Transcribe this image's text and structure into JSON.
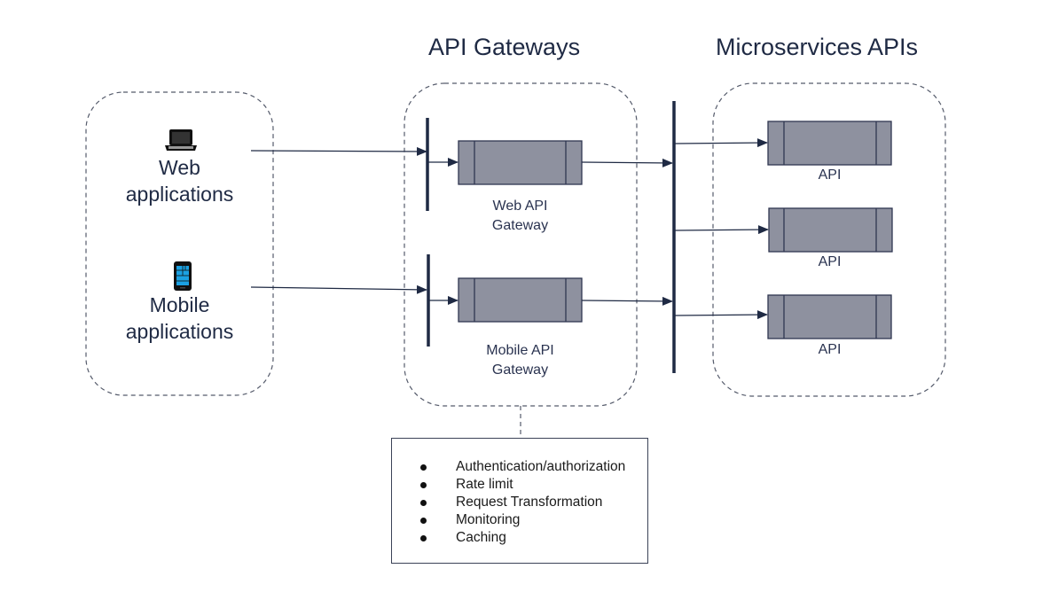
{
  "titles": {
    "gateways": "API Gateways",
    "microservices": "Microservices APIs"
  },
  "clients": [
    {
      "label_line1": "Web",
      "label_line2": "applications",
      "icon": "laptop-icon"
    },
    {
      "label_line1": "Mobile",
      "label_line2": "applications",
      "icon": "mobile-phone-icon"
    }
  ],
  "gateways": [
    {
      "label_line1": "Web API",
      "label_line2": "Gateway"
    },
    {
      "label_line1": "Mobile API",
      "label_line2": "Gateway"
    }
  ],
  "apis": [
    {
      "label": "API"
    },
    {
      "label": "API"
    },
    {
      "label": "API"
    }
  ],
  "features": [
    "Authentication/authorization",
    "Rate limit",
    "Request Transformation",
    "Monitoring",
    "Caching"
  ],
  "colors": {
    "line": "#1f2a44",
    "box_fill": "#8e919f",
    "box_stroke": "#2f3650",
    "dashed": "#555b6b",
    "phone_screen": "#1ba1e2"
  }
}
